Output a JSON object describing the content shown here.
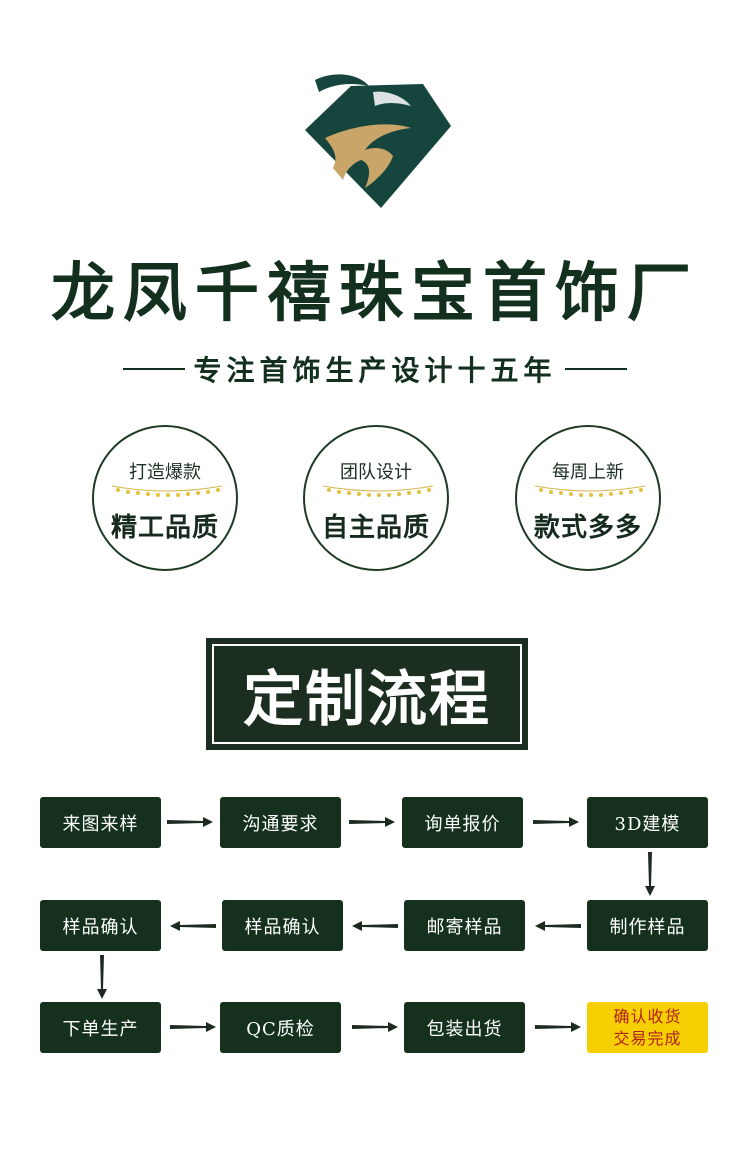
{
  "brand": {
    "name": "龙凤千禧珠宝首饰厂",
    "tagline": "专注首饰生产设计十五年"
  },
  "features": [
    {
      "top": "打造爆款",
      "bottom": "精工品质"
    },
    {
      "top": "团队设计",
      "bottom": "自主品质"
    },
    {
      "top": "每周上新",
      "bottom": "款式多多"
    }
  ],
  "process": {
    "title": "定制流程",
    "steps": [
      "来图来样",
      "沟通要求",
      "询单报价",
      "3D建模",
      "制作样品",
      "邮寄样品",
      "样品确认",
      "样品确认",
      "下单生产",
      "QC质检",
      "包装出货"
    ],
    "final": {
      "line1": "确认收货",
      "line2": "交易完成"
    }
  },
  "colors": {
    "dark_green": "#15311d",
    "logo_teal": "#15453c",
    "gold": "#c9a56a",
    "final_bg": "#f6cf00",
    "final_text": "#b3201b"
  }
}
